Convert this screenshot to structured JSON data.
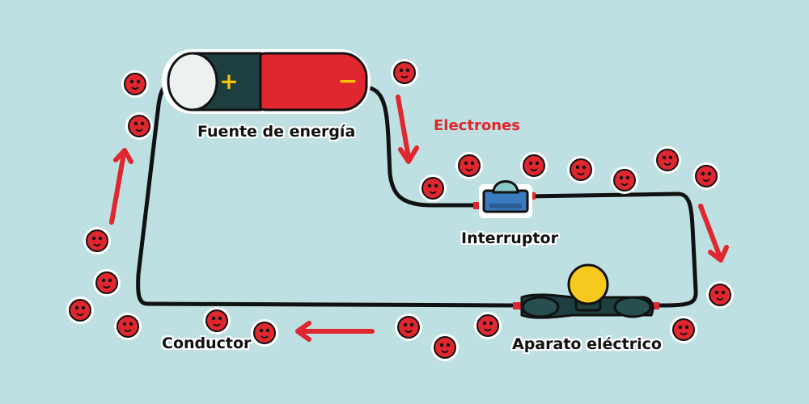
{
  "labels": {
    "source": "Fuente de energía",
    "electrons": "Electrones",
    "switch": "Interruptor",
    "device": "Aparato eléctrico",
    "conductor": "Conductor"
  },
  "battery": {
    "plus": "+",
    "minus": "−"
  },
  "colors": {
    "background": "#bfe0e2",
    "wire": "#111111",
    "electron": "#e0262f",
    "arrow": "#e0262f",
    "battery_positive": "#1e3f3f",
    "battery_negative": "#e0262f",
    "terminal_symbol": "#f5c400",
    "bulb": "#f7c81e",
    "switch_body": "#3a7bbf"
  }
}
